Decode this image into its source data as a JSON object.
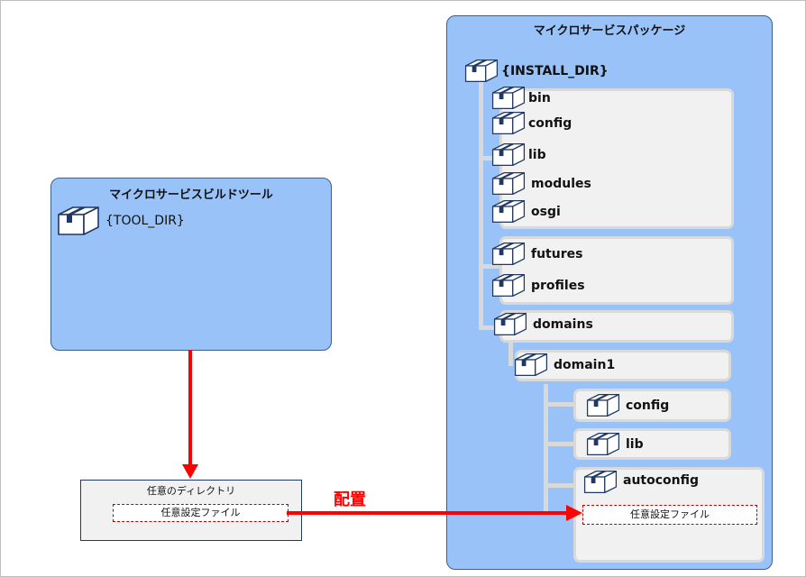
{
  "build_tool": {
    "title": "マイクロサービスビルドツール",
    "dir": "{TOOL_DIR}"
  },
  "package": {
    "title": "マイクロサービスパッケージ",
    "install_dir": "{INSTALL_DIR}",
    "group1": [
      "bin",
      "config",
      "lib",
      "modules",
      "osgi"
    ],
    "group2": [
      "futures",
      "profiles"
    ],
    "domains": "domains",
    "domain1": "domain1",
    "domain_children": [
      "config",
      "lib"
    ],
    "autoconfig": "autoconfig",
    "autoconfig_file": "任意設定ファイル"
  },
  "local": {
    "dir_title": "任意のディレクトリ",
    "file": "任意設定ファイル"
  },
  "arrow_label": "配置",
  "colors": {
    "panel": "#99c2f8",
    "group": "#f1f1f1",
    "arrow": "#ff0000",
    "dashed_border": "#c00000"
  },
  "icons": {
    "folder": "package-box-icon"
  }
}
